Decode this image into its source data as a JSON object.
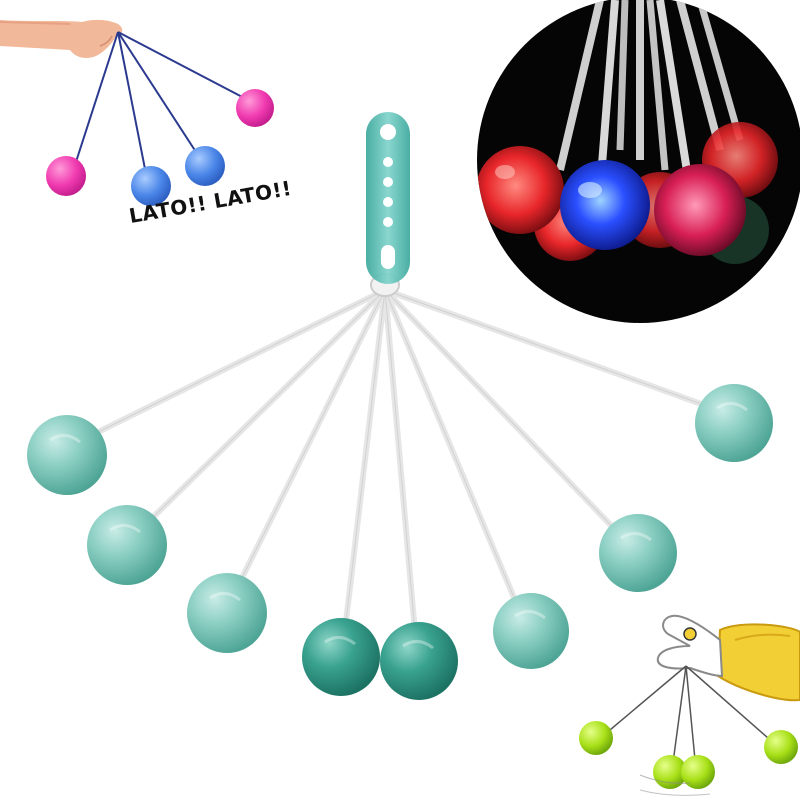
{
  "caption": "LATO!! LATO!!",
  "colors": {
    "background": "#ffffff",
    "teal_ball": "#7ec3b8",
    "teal_ball_dark": "#2e9482",
    "handle": "#4fb8ad",
    "string": "#e8e8e8",
    "pink_ball": "#f03ab0",
    "blue_ball": "#4a86e8",
    "yellow_ball": "#a8e018",
    "sleeve": "#f2cf35",
    "dark_panel": "#050505"
  },
  "icons": [
    "hand-illustration",
    "led-balls-photo",
    "clacker-handle",
    "yellow-sleeve-hand"
  ]
}
